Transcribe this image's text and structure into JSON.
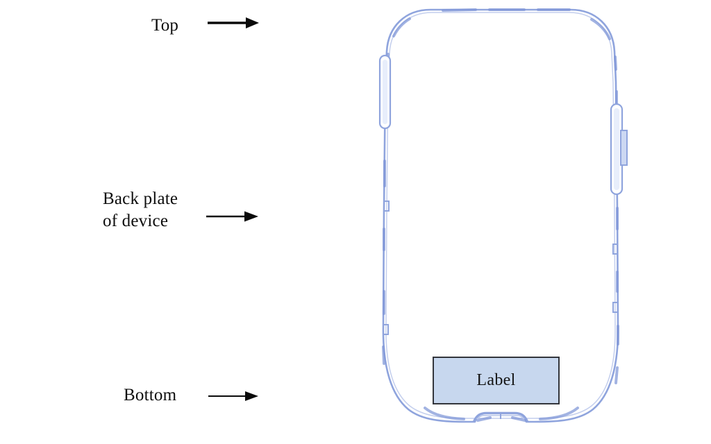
{
  "diagram": {
    "title": "Device back plate label placement drawing",
    "type": "label-placement-drawing",
    "background_color": "#ffffff"
  },
  "annotations": [
    {
      "id": "top",
      "text": "Top",
      "arrow": "arrow-right",
      "points_to": "device-top-edge"
    },
    {
      "id": "back-plate",
      "text": "Back plate\nof device",
      "arrow": "arrow-right",
      "points_to": "device-back-plate"
    },
    {
      "id": "bottom",
      "text": "Bottom",
      "arrow": "arrow-right",
      "points_to": "device-bottom-edge"
    }
  ],
  "device": {
    "name": "smartphone-back-plate",
    "outline_color": "#8fa4dd",
    "outline_fill": "#ffffff",
    "features": [
      {
        "name": "power-button",
        "side": "left"
      },
      {
        "name": "volume-rocker",
        "side": "right"
      },
      {
        "name": "bottom-port-notch",
        "side": "bottom"
      }
    ]
  },
  "label_box": {
    "text": "Label",
    "fill_color": "#c7d7ee",
    "border_color": "#33353b"
  }
}
